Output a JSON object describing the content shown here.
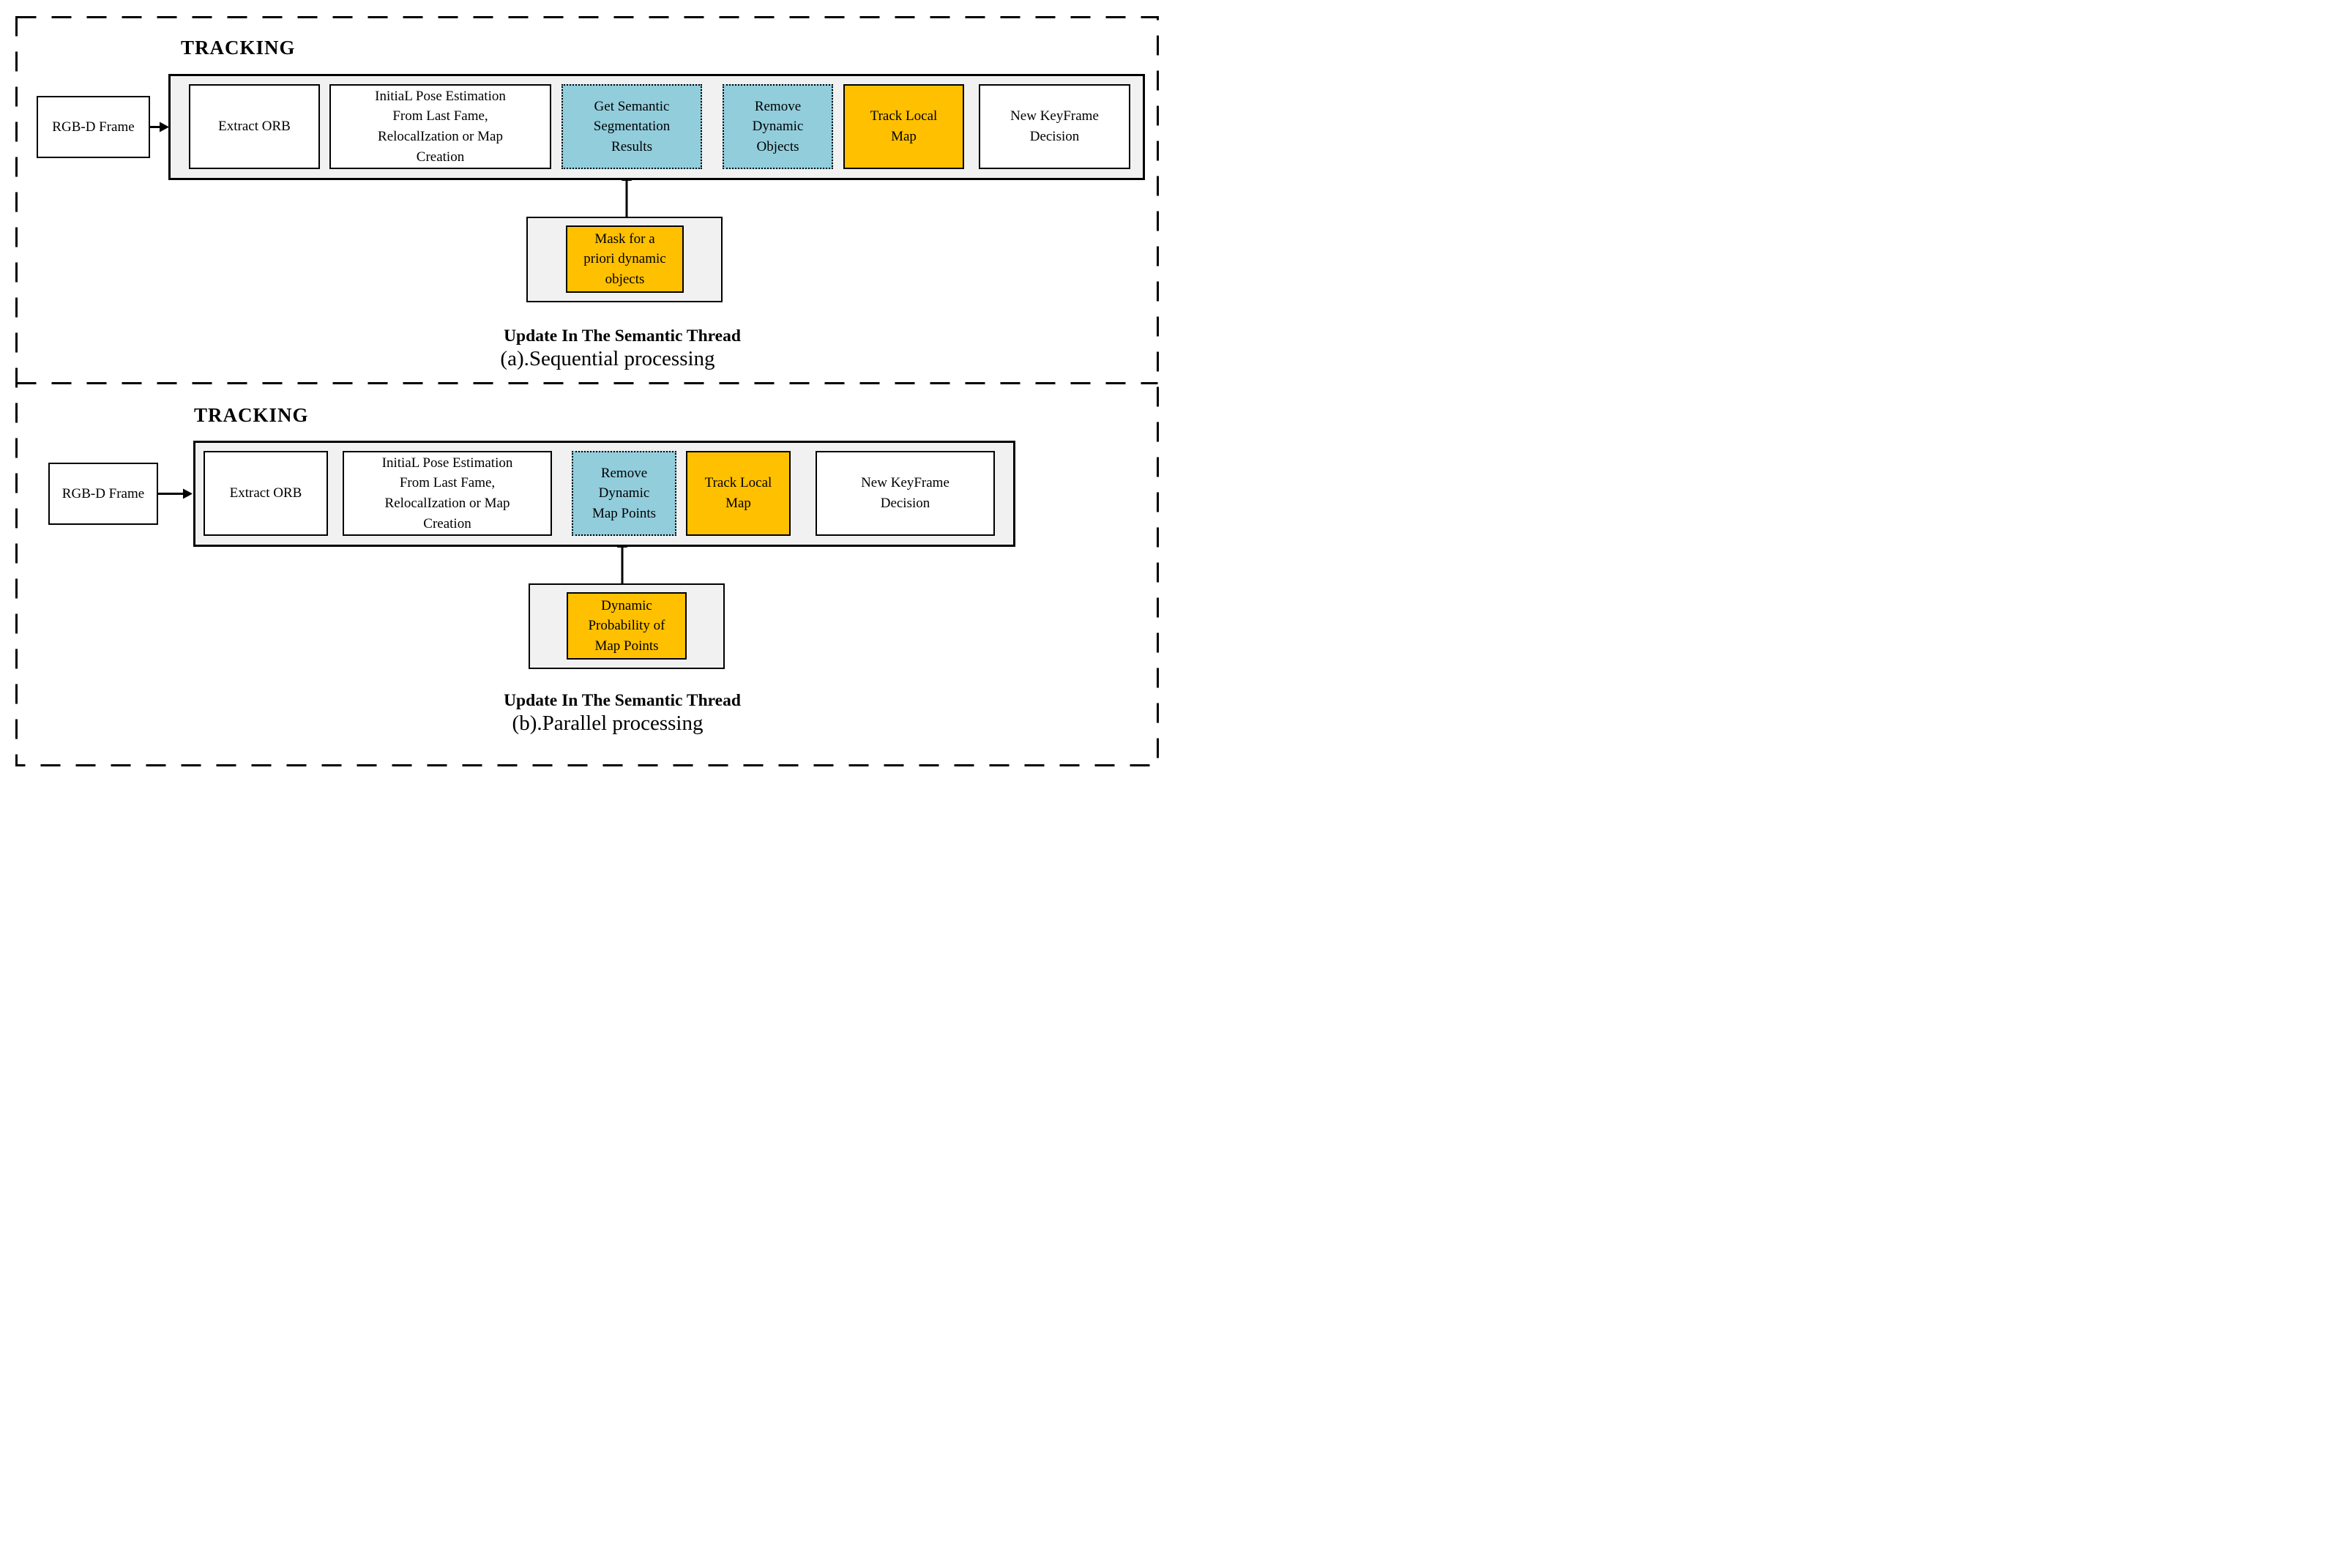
{
  "colors": {
    "semantic_step_blue": "#92cddc",
    "highlight_orange": "#ffc000",
    "panel_gray": "#f1f1f1",
    "line_black": "#000000"
  },
  "sections": [
    {
      "id": "a",
      "tracking_label": "TRACKING",
      "input_label": "RGB-D Frame",
      "pipeline": [
        {
          "label": "Extract ORB",
          "style": "white"
        },
        {
          "label": "InitiaL Pose Estimation\nFrom Last Fame,\nRelocalIzation or Map\nCreation",
          "style": "white"
        },
        {
          "label": "Get Semantic\nSegmentation\nResults",
          "style": "blue-dotted"
        },
        {
          "label": "Remove\nDynamic\nObjects",
          "style": "blue-dotted"
        },
        {
          "label": "Track Local\nMap",
          "style": "orange"
        },
        {
          "label": "New KeyFrame\nDecision",
          "style": "white"
        }
      ],
      "update_source_label": "Mask for a\npriori dynamic\nobjects",
      "update_caption": "Update In The Semantic Thread",
      "caption": "(a).Sequential processing"
    },
    {
      "id": "b",
      "tracking_label": "TRACKING",
      "input_label": "RGB-D Frame",
      "pipeline": [
        {
          "label": "Extract ORB",
          "style": "white"
        },
        {
          "label": "InitiaL Pose Estimation\nFrom Last Fame,\nRelocalIzation or Map\nCreation",
          "style": "white"
        },
        {
          "label": "Remove\nDynamic\nMap Points",
          "style": "blue-dotted"
        },
        {
          "label": "Track Local\nMap",
          "style": "orange"
        },
        {
          "label": "New KeyFrame\nDecision",
          "style": "white"
        }
      ],
      "update_source_label": "Dynamic\nProbability of\nMap Points",
      "update_caption": "Update In The Semantic Thread",
      "caption": "(b).Parallel processing"
    }
  ]
}
